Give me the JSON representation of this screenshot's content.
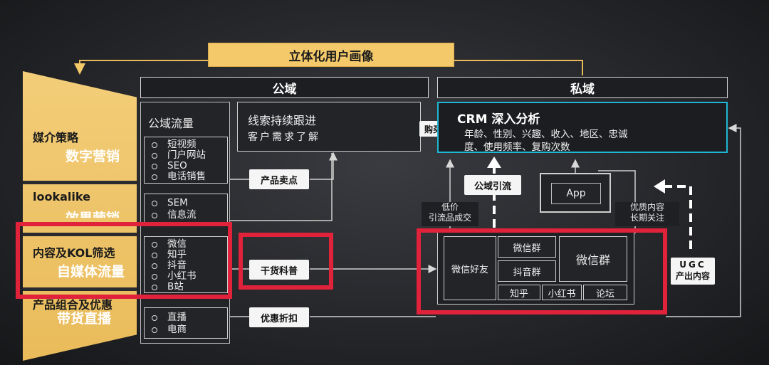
{
  "title": "立体化用户画像",
  "public_header": "公域",
  "private_header": "私域",
  "funnel": [
    {
      "label": "媒介策略",
      "sub": "数字营销"
    },
    {
      "label": "lookalike",
      "sub": "效果营销"
    },
    {
      "label": "内容及KOL筛选",
      "sub": "自媒体流量"
    },
    {
      "label": "产品组合及优惠",
      "sub": "带货直播"
    }
  ],
  "public_traffic": {
    "title": "公域流量",
    "groups": [
      [
        "短视频",
        "门户网站",
        "SEO",
        "电话销售"
      ],
      [
        "SEM",
        "信息流"
      ],
      [
        "微信",
        "知乎",
        "抖音",
        "小红书",
        "B站"
      ],
      [
        "直播",
        "电商"
      ]
    ]
  },
  "lead_box": {
    "line1": "线索持续跟进",
    "line2": "客户需求了解"
  },
  "connectors": {
    "selling_points": "产品卖点",
    "dry_goods": "干货科普",
    "discount": "优惠折扣",
    "buy": "购买",
    "public_traffic_flow": "公域引流",
    "low_price": "低价",
    "low_price_sub": "引流品成交",
    "quality_content": "优质内容",
    "quality_content_sub": "长期关注",
    "ugc": "UGC",
    "ugc_sub": "产出内容"
  },
  "crm": {
    "title": "CRM 深入分析",
    "line1": "年龄、性别、兴趣、收入、地区、忠诚",
    "line2": "度、使用频率、复购次数"
  },
  "app_label": "App",
  "private_cells": {
    "wechat_friends": "微信好友",
    "wechat_group_small": "微信群",
    "douyin_group": "抖音群",
    "wechat_group_big": "微信群",
    "zhihu": "知乎",
    "xiaohongshu": "小红书",
    "forum": "论坛"
  },
  "colors": {
    "gold": "#f4c96a",
    "highlight_red": "#e0223b",
    "crm_cyan": "#1eb7d4"
  }
}
